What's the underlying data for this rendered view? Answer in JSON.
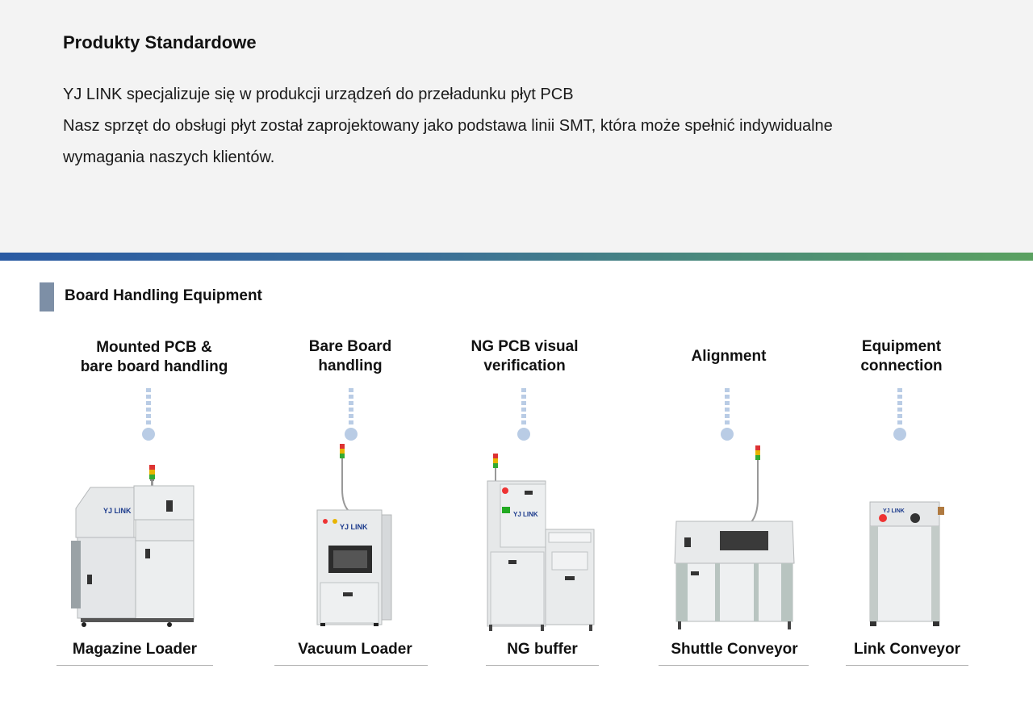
{
  "intro": {
    "title": "Produkty Standardowe",
    "line1": "YJ LINK specjalizuje się w produkcji urządzeń do przeładunku płyt PCB",
    "line2": "Nasz sprzęt do obsługi płyt został zaprojektowany jako podstawa linii SMT, która może spełnić indywidualne",
    "line3": "wymagania naszych klientów."
  },
  "section": {
    "title": "Board Handling Equipment"
  },
  "categories": [
    {
      "line1": "Mounted PCB &",
      "line2": "bare board handling"
    },
    {
      "line1": "Bare Board",
      "line2": "handling"
    },
    {
      "line1": "NG PCB visual",
      "line2": "verification"
    },
    {
      "line1": "Alignment",
      "line2": ""
    },
    {
      "line1": "Equipment",
      "line2": "connection"
    }
  ],
  "products": [
    {
      "name": "Magazine Loader"
    },
    {
      "name": "Vacuum Loader"
    },
    {
      "name": "NG buffer"
    },
    {
      "name": "Shuttle Conveyor"
    },
    {
      "name": "Link Conveyor"
    }
  ],
  "brand": {
    "logo_text": "YJ LINK"
  },
  "colors": {
    "gradient_start": "#2a5aa3",
    "gradient_end": "#5aa160",
    "connector": "#b9cce5",
    "section_marker": "#7d8fa6"
  }
}
